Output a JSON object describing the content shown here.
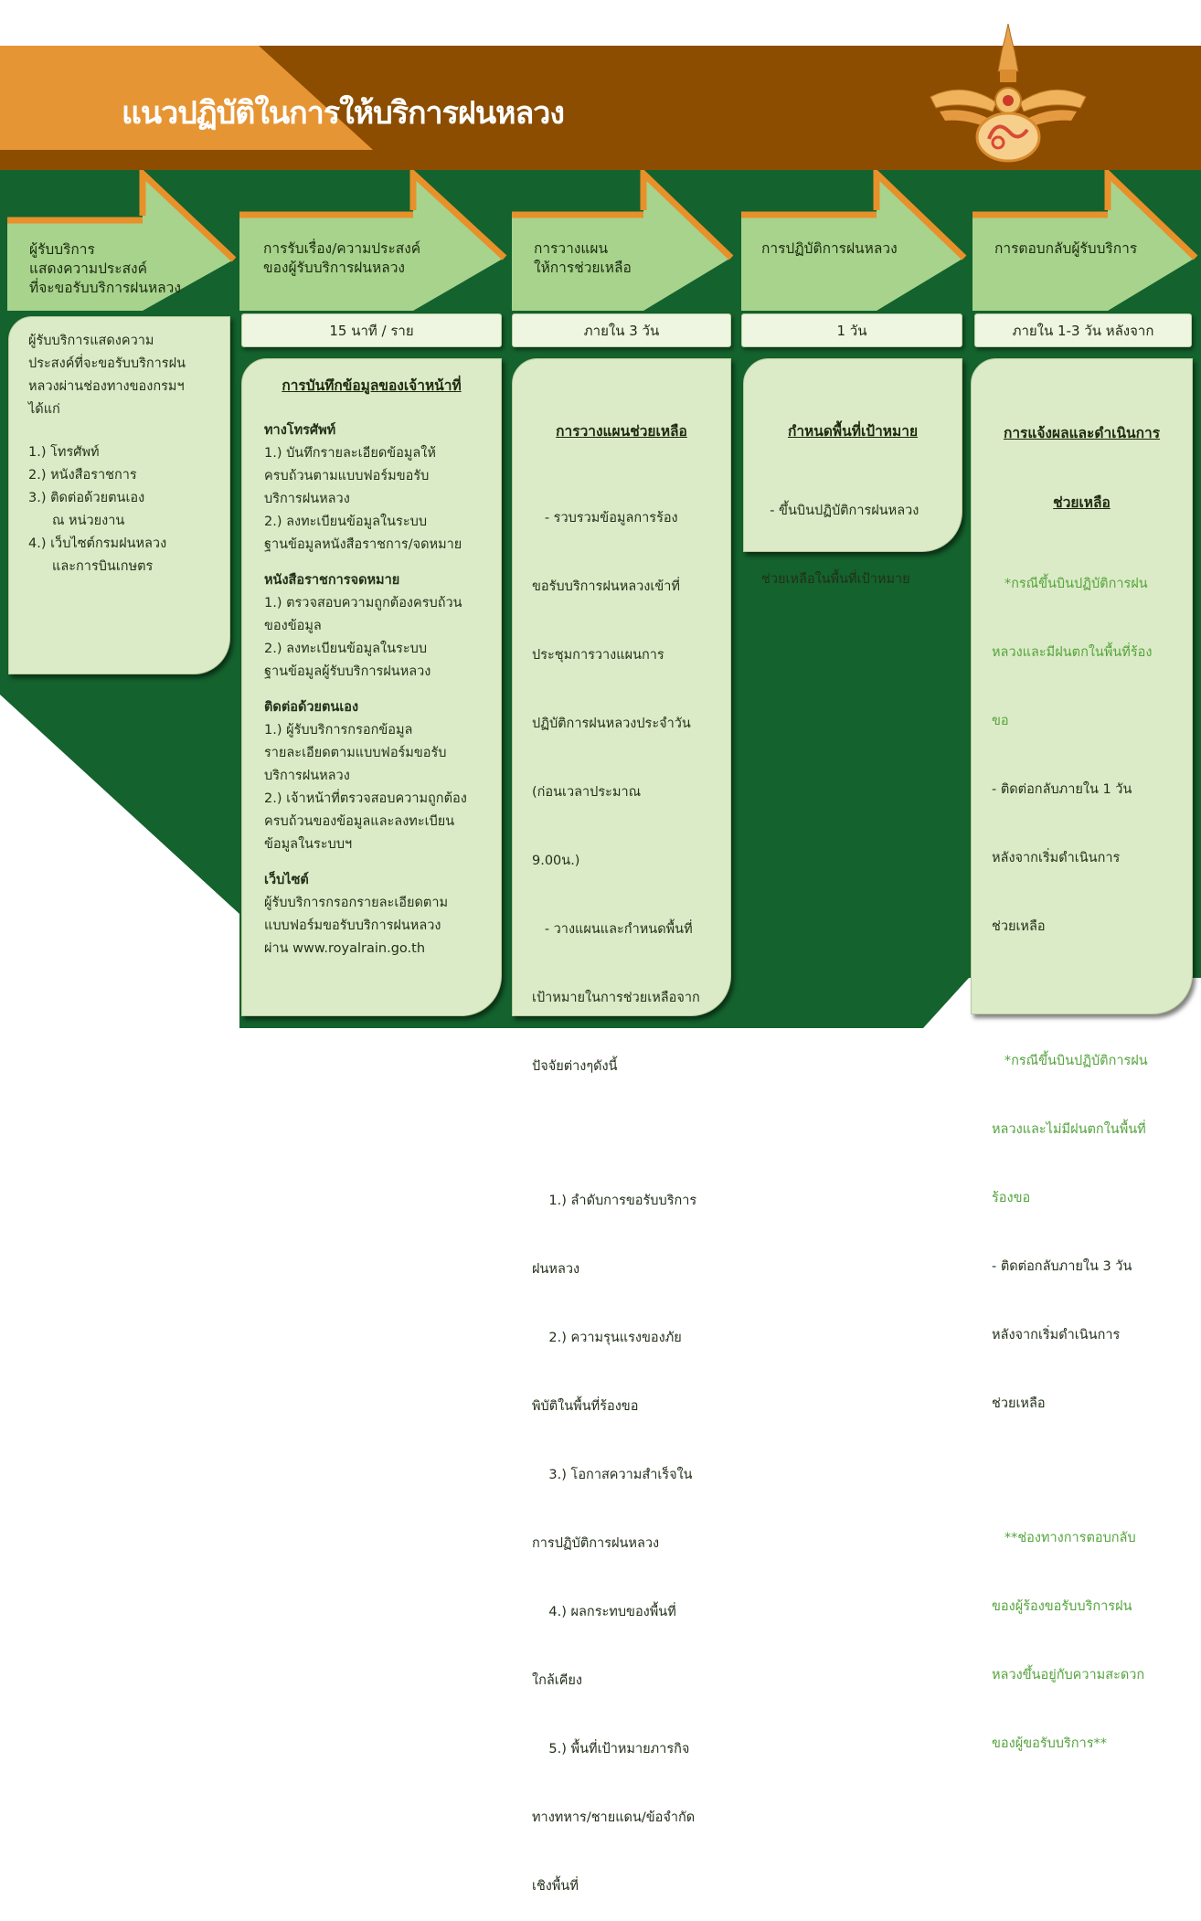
{
  "header": {
    "title": "แนวปฏิบัติในการให้บริการฝนหลวง",
    "colors": {
      "orange": "#e69535",
      "brown": "#8c4d00",
      "green": "#14622d",
      "arrow": "#a7d38c",
      "arrow_edge": "#e8902a",
      "card": "#dcebc7"
    },
    "emblem_icon": "royal-rainmaking-emblem"
  },
  "steps": [
    {
      "label": "ผู้รับบริการ\nแสดงความประสงค์\nที่จะขอรับบริการฝนหลวง"
    },
    {
      "label": "การรับเรื่อง/ความประสงค์\nของผู้รับบริการฝนหลวง",
      "time": "15 นาที / ราย"
    },
    {
      "label": "การวางแผน\nให้การช่วยเหลือ",
      "time": "ภายใน 3 วัน"
    },
    {
      "label": "การปฏิบัติการฝนหลวง",
      "time": "1 วัน"
    },
    {
      "label": "การตอบกลับผู้รับบริการ",
      "time": "ภายใน 1-3 วัน หลังจาก"
    }
  ],
  "card1": {
    "intro": [
      "ผู้รับบริการแสดงความ",
      "ประสงค์ที่จะขอรับบริการฝน",
      "หลวงผ่านช่องทางของกรมฯ",
      "ได้แก่"
    ],
    "items": [
      "1.) โทรศัพท์",
      "2.) หนังสือราชการ",
      "3.) ติดต่อด้วยตนเอง",
      "ณ หน่วยงาน",
      "4.) เว็บไซต์กรมฝนหลวง",
      "และการบินเกษตร"
    ]
  },
  "card2": {
    "heading": "การบันทึกข้อมูลของเจ้าหน้าที่",
    "sections": [
      {
        "title": "ทางโทรศัพท์",
        "lines": [
          "1.) บันทึกรายละเอียดข้อมูลให้",
          "ครบถ้วนตามแบบฟอร์มขอรับ",
          "บริการฝนหลวง",
          "2.) ลงทะเบียนข้อมูลในระบบ",
          "ฐานข้อมูลหนังสือราชการ/จดหมาย"
        ]
      },
      {
        "title": "หนังสือราชการจดหมาย",
        "lines": [
          "1.) ตรวจสอบความถูกต้องครบถ้วน",
          "ของข้อมูล",
          "2.) ลงทะเบียนข้อมูลในระบบ",
          "ฐานข้อมูลผู้รับบริการฝนหลวง"
        ]
      },
      {
        "title": "ติดต่อด้วยตนเอง",
        "lines": [
          "1.) ผู้รับบริการกรอกข้อมูล",
          "รายละเอียดตามแบบฟอร์มขอรับ",
          "บริการฝนหลวง",
          "2.) เจ้าหน้าที่ตรวจสอบความถูกต้อง",
          "ครบถ้วนของข้อมูลและลงทะเบียน",
          "ข้อมูลในระบบฯ"
        ]
      },
      {
        "title": "เว็บไซต์",
        "lines": [
          "ผู้รับบริการกรอกรายละเอียดตาม",
          "แบบฟอร์มขอรับบริการฝนหลวง",
          "ผ่าน www.royalrain.go.th"
        ]
      }
    ]
  },
  "card3": {
    "heading": "การวางแผนช่วยเหลือ",
    "lines": [
      "   - รวบรวมข้อมูลการร้อง",
      "ขอรับบริการฝนหลวงเข้าที่",
      "ประชุมการวางแผนการ",
      "ปฏิบัติการฝนหลวงประจำวัน",
      "(ก่อนเวลาประมาณ",
      "9.00น.)",
      "   - วางแผนและกำหนดพื้นที่",
      "เป้าหมายในการช่วยเหลือจาก",
      "ปัจจัยต่างๆดังนี้"
    ],
    "factors": [
      "    1.) ลำดับการขอรับบริการ",
      "ฝนหลวง",
      "    2.) ความรุนแรงของภัย",
      "พิบัติในพื้นที่ร้องขอ",
      "    3.) โอกาสความสำเร็จใน",
      "การปฏิบัติการฝนหลวง",
      "    4.) ผลกระทบของพื้นที่",
      "ใกล้เคียง",
      "    5.) พื้นที่เป้าหมายภารกิจ",
      "ทางทหาร/ชายแดน/ข้อจำกัด",
      "เชิงพื้นที่"
    ]
  },
  "card4": {
    "heading": "กำหนดพื้นที่เป้าหมาย",
    "lines": [
      "  - ขึ้นบินปฏิบัติการฝนหลวง",
      "ช่วยเหลือในพื้นที่เป้าหมาย"
    ]
  },
  "card5": {
    "heading_lines": [
      "การแจ้งผลและดำเนินการ",
      "ช่วยเหลือ"
    ],
    "case1_green": [
      "   *กรณีขึ้นบินปฏิบัติการฝน",
      "หลวงและมีฝนตกในพื้นที่ร้อง",
      "ขอ"
    ],
    "case1_lines": [
      "- ติดต่อกลับภายใน 1 วัน",
      "หลังจากเริ่มดำเนินการ",
      "ช่วยเหลือ"
    ],
    "case2_green": [
      "   *กรณีขึ้นบินปฏิบัติการฝน",
      "หลวงและไม่มีฝนตกในพื้นที่",
      "ร้องขอ"
    ],
    "case2_lines": [
      "- ติดต่อกลับภายใน 3 วัน",
      "หลังจากเริ่มดำเนินการ",
      "ช่วยเหลือ"
    ],
    "note_green": [
      "   **ช่องทางการตอบกลับ",
      "ของผู้ร้องขอรับบริการฝน",
      "หลวงขึ้นอยู่กับความสะดวก",
      "ของผู้ขอรับบริการ**"
    ]
  }
}
